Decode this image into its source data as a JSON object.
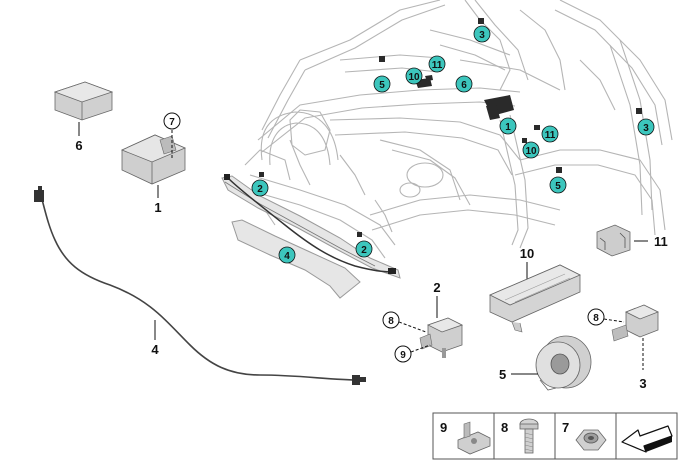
{
  "callouts": {
    "c1": "1",
    "c2": "2",
    "c3": "3",
    "c4": "4",
    "c5": "5",
    "c6": "6",
    "c7": "7",
    "c8": "8",
    "c9": "9",
    "c10": "10",
    "c11": "11"
  },
  "parts": {
    "p1": "1",
    "p2": "2",
    "p3": "3",
    "p4": "4",
    "p5": "5",
    "p6": "6",
    "p10": "10",
    "p11": "11"
  },
  "circled": {
    "c7": "7",
    "c8a": "8",
    "c9": "9",
    "c8b": "8"
  },
  "legend": {
    "n9": "9",
    "n8": "8",
    "n7": "7"
  },
  "colors": {
    "callout_fill": "#3cc6bd",
    "body_line": "#b8b8b8",
    "part_fill": "#d9d9d9",
    "part_dark": "#8a8a8a"
  }
}
